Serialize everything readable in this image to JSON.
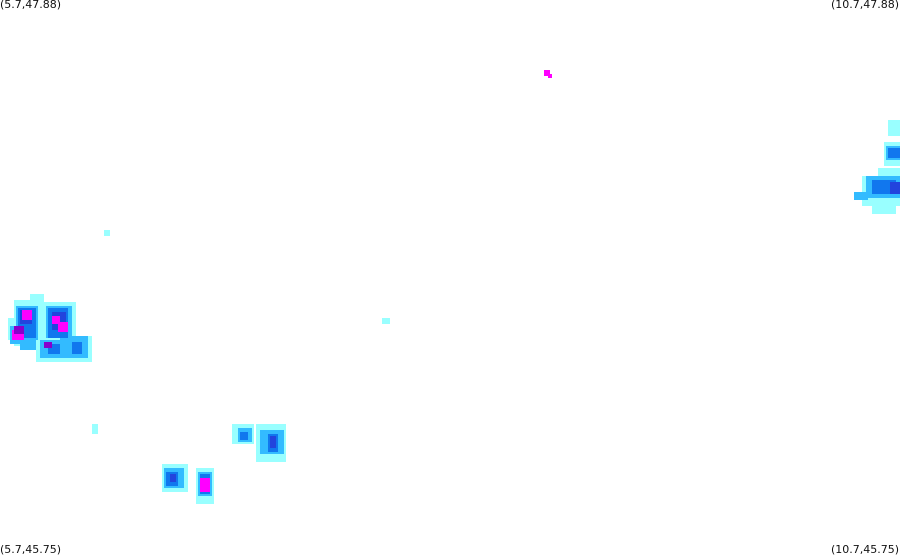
{
  "corners": {
    "top_left": "(5.7,47.88)",
    "top_right": "(10.7,47.88)",
    "bottom_left": "(5.7,45.75)",
    "bottom_right": "(10.7,45.75)"
  },
  "intensity_colors": {
    "light": "#99ffff",
    "medium": "#33bbff",
    "strong": "#1177ee",
    "heavy": "#2244dd",
    "extreme": "#ff00ff",
    "purple": "#8800cc"
  }
}
